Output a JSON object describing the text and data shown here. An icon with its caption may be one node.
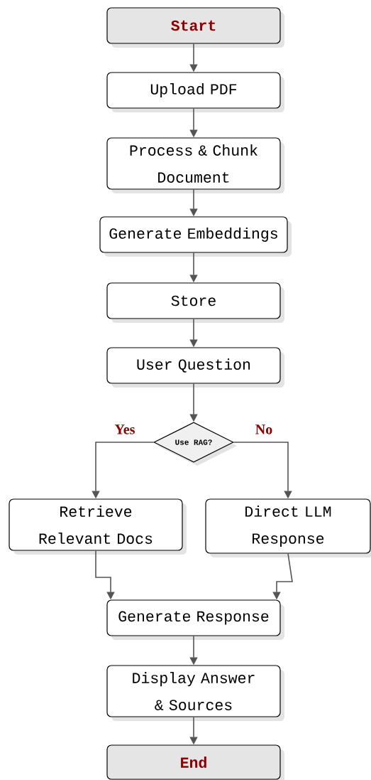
{
  "diagram": {
    "nodes": [
      {
        "text": [
          "Start"
        ]
      },
      {
        "text": [
          "Upload PDF"
        ]
      },
      {
        "text": [
          "Process & Chunk Document"
        ]
      },
      {
        "text": [
          "Generate Embeddings"
        ]
      },
      {
        "text": [
          "Store"
        ]
      },
      {
        "text": [
          "User Question"
        ]
      },
      {
        "text": [
          "Use RAG?"
        ]
      },
      {
        "text": [
          "Retrieve Relevant Docs"
        ]
      },
      {
        "text": [
          "Direct LLM Response"
        ]
      },
      {
        "text": [
          "Generate Response"
        ]
      },
      {
        "text": [
          "Display Answer & Sources"
        ]
      },
      {
        "text": [
          "End"
        ]
      }
    ],
    "edges": [
      {
        "from": 0,
        "to": 1,
        "arrow": "to"
      },
      {
        "from": 1,
        "to": 2,
        "arrow": "to"
      },
      {
        "from": 2,
        "to": 3,
        "arrow": "to"
      },
      {
        "from": 3,
        "to": 4,
        "arrow": "to"
      },
      {
        "from": 4,
        "to": 5,
        "arrow": "to"
      },
      {
        "from": 5,
        "to": 6,
        "arrow": "to"
      },
      {
        "from": 6,
        "to": 7,
        "arrow": "to",
        "label": "Yes"
      },
      {
        "from": 6,
        "to": 8,
        "arrow": "to",
        "label": "No"
      },
      {
        "from": 7,
        "to": 9,
        "arrow": "to"
      },
      {
        "from": 8,
        "to": 9,
        "arrow": "to"
      },
      {
        "from": 9,
        "to": 10,
        "arrow": "to"
      },
      {
        "from": 10,
        "to": 11,
        "arrow": "to"
      }
    ]
  }
}
